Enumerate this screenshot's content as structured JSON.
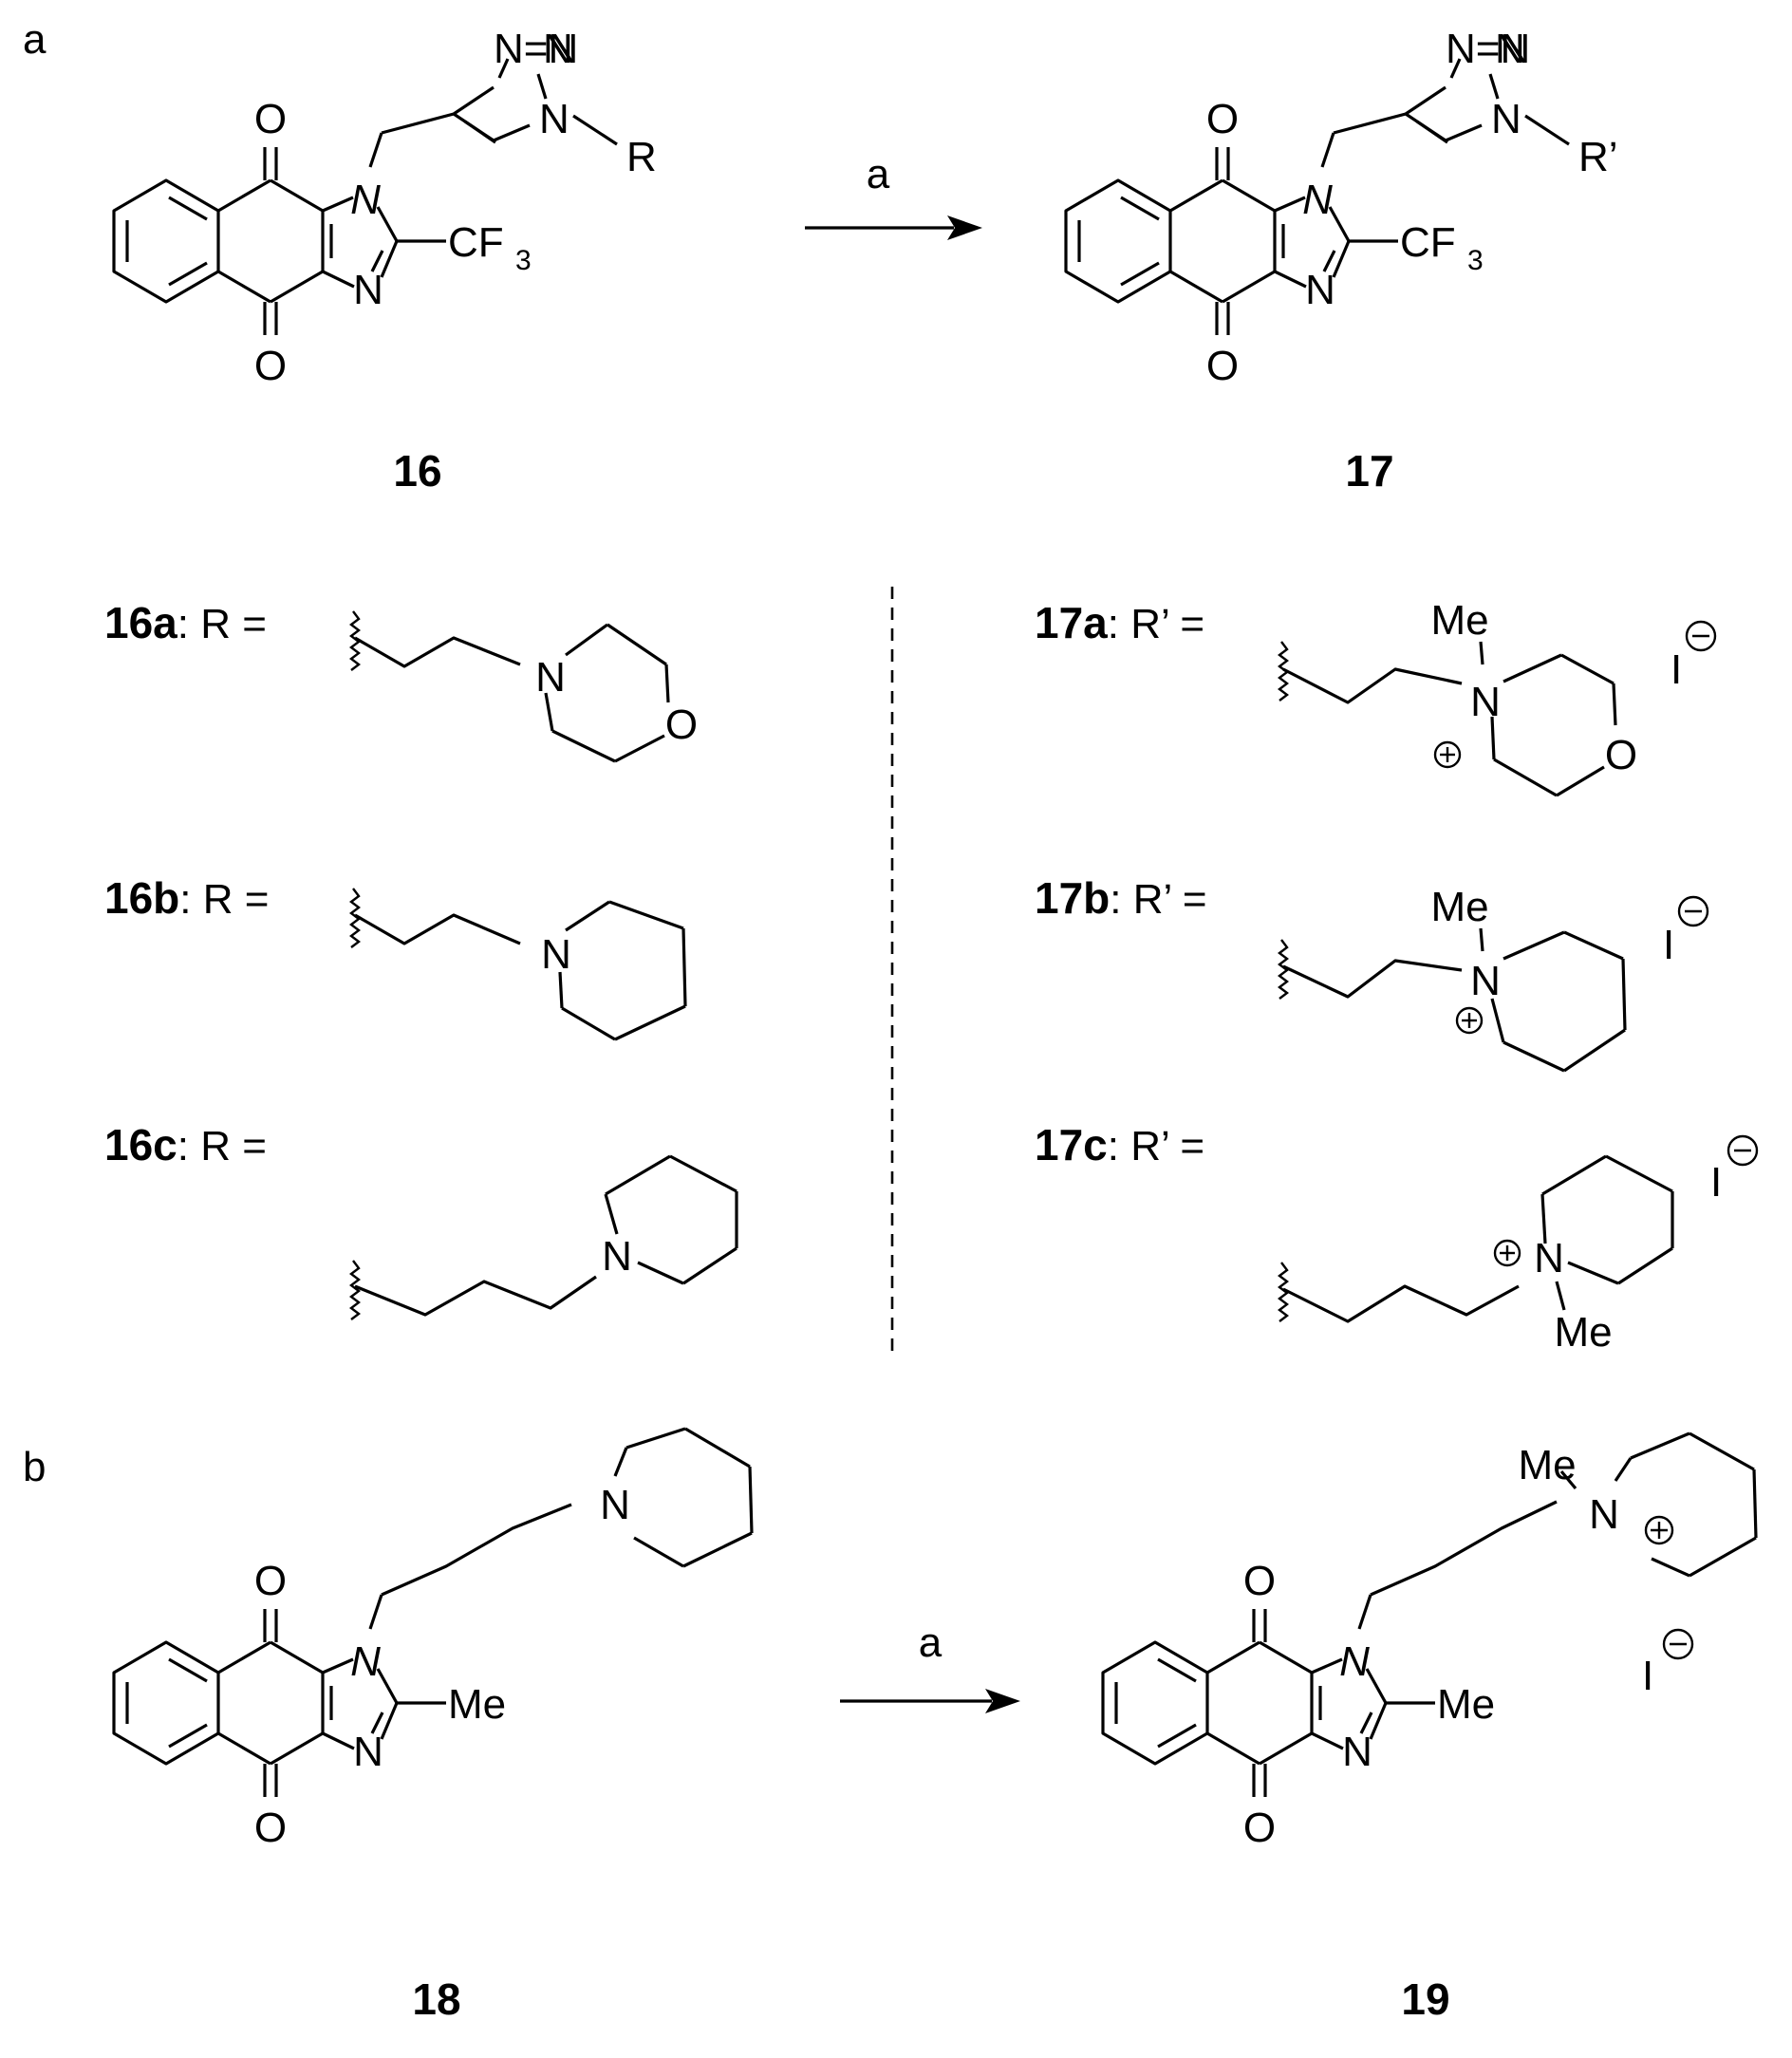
{
  "panels": {
    "a": "a",
    "b": "b"
  },
  "reagent": {
    "scheme_a": "a",
    "scheme_b": "a"
  },
  "compounds": {
    "c16": "16",
    "c17": "17",
    "c18": "18",
    "c19": "19"
  },
  "atoms": {
    "O": "O",
    "N": "N",
    "N_eq": "N=N",
    "CF3": "CF",
    "CF3_sub": "3",
    "Me": "Me",
    "R": "R",
    "R_prime": "R’",
    "I": "I"
  },
  "charges": {
    "plus": "+",
    "minus": "−"
  },
  "substituents": [
    {
      "id": "16a",
      "label": "16a",
      "rest": ": R ="
    },
    {
      "id": "16b",
      "label": "16b",
      "rest": ": R ="
    },
    {
      "id": "16c",
      "label": "16c",
      "rest": ": R ="
    },
    {
      "id": "17a",
      "label": "17a",
      "rest": ": R’ ="
    },
    {
      "id": "17b",
      "label": "17b",
      "rest": ": R’ ="
    },
    {
      "id": "17c",
      "label": "17c",
      "rest": ": R’ ="
    }
  ]
}
